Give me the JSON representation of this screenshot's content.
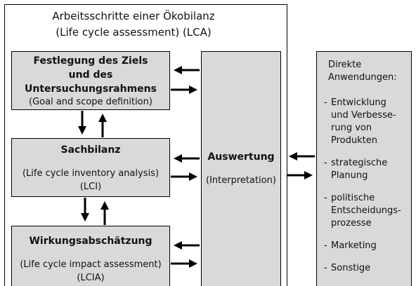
{
  "title": {
    "line1": "Arbeitsschritte einer Ökobilanz",
    "line2": "(Life cycle assessment) (LCA)"
  },
  "steps": [
    {
      "heading_lines": [
        "Festlegung des Ziels",
        "und des",
        "Untersuchungsrahmens"
      ],
      "subtitle": "(Goal and scope definition)"
    },
    {
      "heading_lines": [
        "Sachbilanz"
      ],
      "subtitle_lines": [
        "(Life cycle inventory analysis)",
        "(LCI)"
      ]
    },
    {
      "heading_lines": [
        "Wirkungsabschätzung"
      ],
      "subtitle_lines": [
        "(Life cycle impact assessment)",
        "(LCIA)"
      ]
    }
  ],
  "interpretation": {
    "heading": "Auswertung",
    "subtitle": "(Interpretation)"
  },
  "applications": {
    "heading_lines": [
      "Direkte",
      "Anwendungen:"
    ],
    "items": [
      {
        "lines": [
          "Entwicklung",
          "und Verbesse-",
          "rung von",
          "Produkten"
        ]
      },
      {
        "lines": [
          "strategische",
          "Planung"
        ]
      },
      {
        "lines": [
          "politische",
          "Entscheidungs-",
          "prozesse"
        ]
      },
      {
        "lines": [
          "Marketing"
        ]
      },
      {
        "lines": [
          "Sonstige"
        ]
      }
    ]
  }
}
